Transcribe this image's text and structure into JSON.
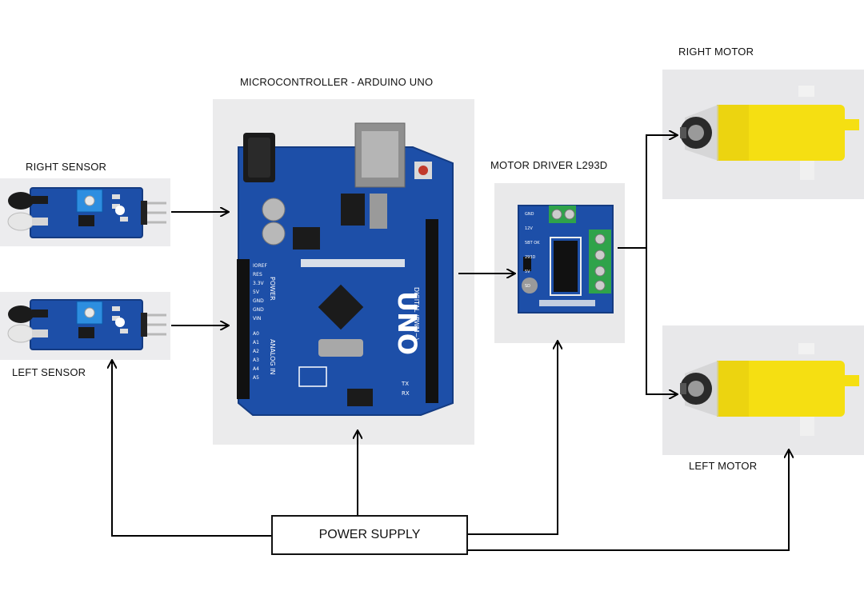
{
  "labels": {
    "microcontroller": "MICROCONTROLLER - ARDUINO UNO",
    "right_sensor": "RIGHT SENSOR",
    "left_sensor": "LEFT SENSOR",
    "motor_driver": "MOTOR DRIVER L293D",
    "right_motor": "RIGHT MOTOR",
    "left_motor": "LEFT MOTOR",
    "power_supply": "POWER SUPPLY"
  },
  "board_text": {
    "uno": "UNO",
    "digital": "DIGITAL (PWM~)",
    "power": "POWER",
    "analog_in": "ANALOG IN",
    "power_pins": [
      "IOREF",
      "RES",
      "3.3V",
      "5V",
      "GND",
      "GND",
      "VIN"
    ],
    "analog_pins": [
      "A0",
      "A1",
      "A2",
      "A3",
      "A4",
      "A5"
    ],
    "tx": "TX",
    "rx": "RX",
    "driver_labels": [
      "GND",
      "12V",
      "5BT OK",
      "293D",
      "5V",
      "SD"
    ]
  },
  "colors": {
    "pcb_blue": "#1d4fa8",
    "pcb_dark": "#143b82",
    "motor_yellow": "#f5df12",
    "arrow": "#000000"
  }
}
